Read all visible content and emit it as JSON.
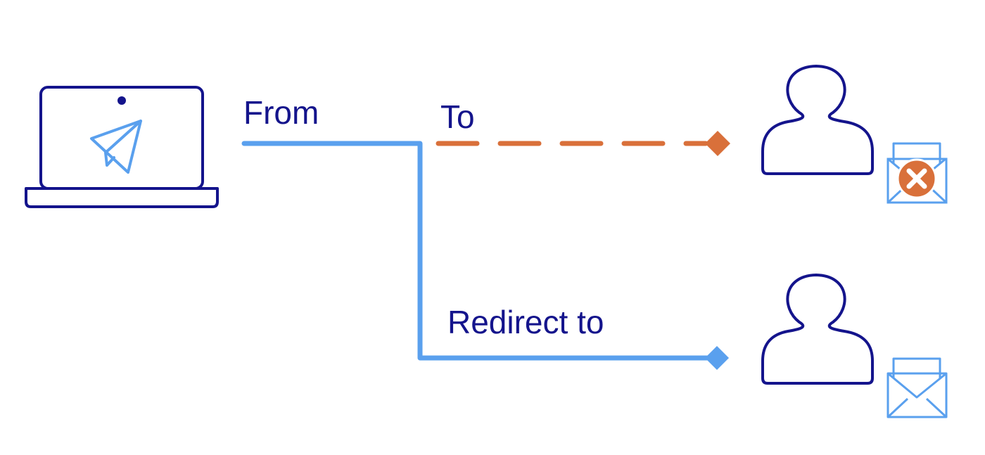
{
  "labels": {
    "from": "From",
    "to": "To",
    "redirect": "Redirect to"
  },
  "colors": {
    "dark_blue": "#14148c",
    "light_blue": "#5aa0ee",
    "orange": "#d9703a",
    "white": "#ffffff"
  },
  "icons": {
    "sender": "laptop-icon",
    "sender_symbol": "paper-plane-icon",
    "original_recipient": "person-icon",
    "original_mail_status": "envelope-rejected-icon",
    "redirect_recipient": "person-icon",
    "redirect_mail_status": "envelope-icon"
  },
  "connectors": {
    "to": "dashed",
    "redirect": "solid"
  }
}
